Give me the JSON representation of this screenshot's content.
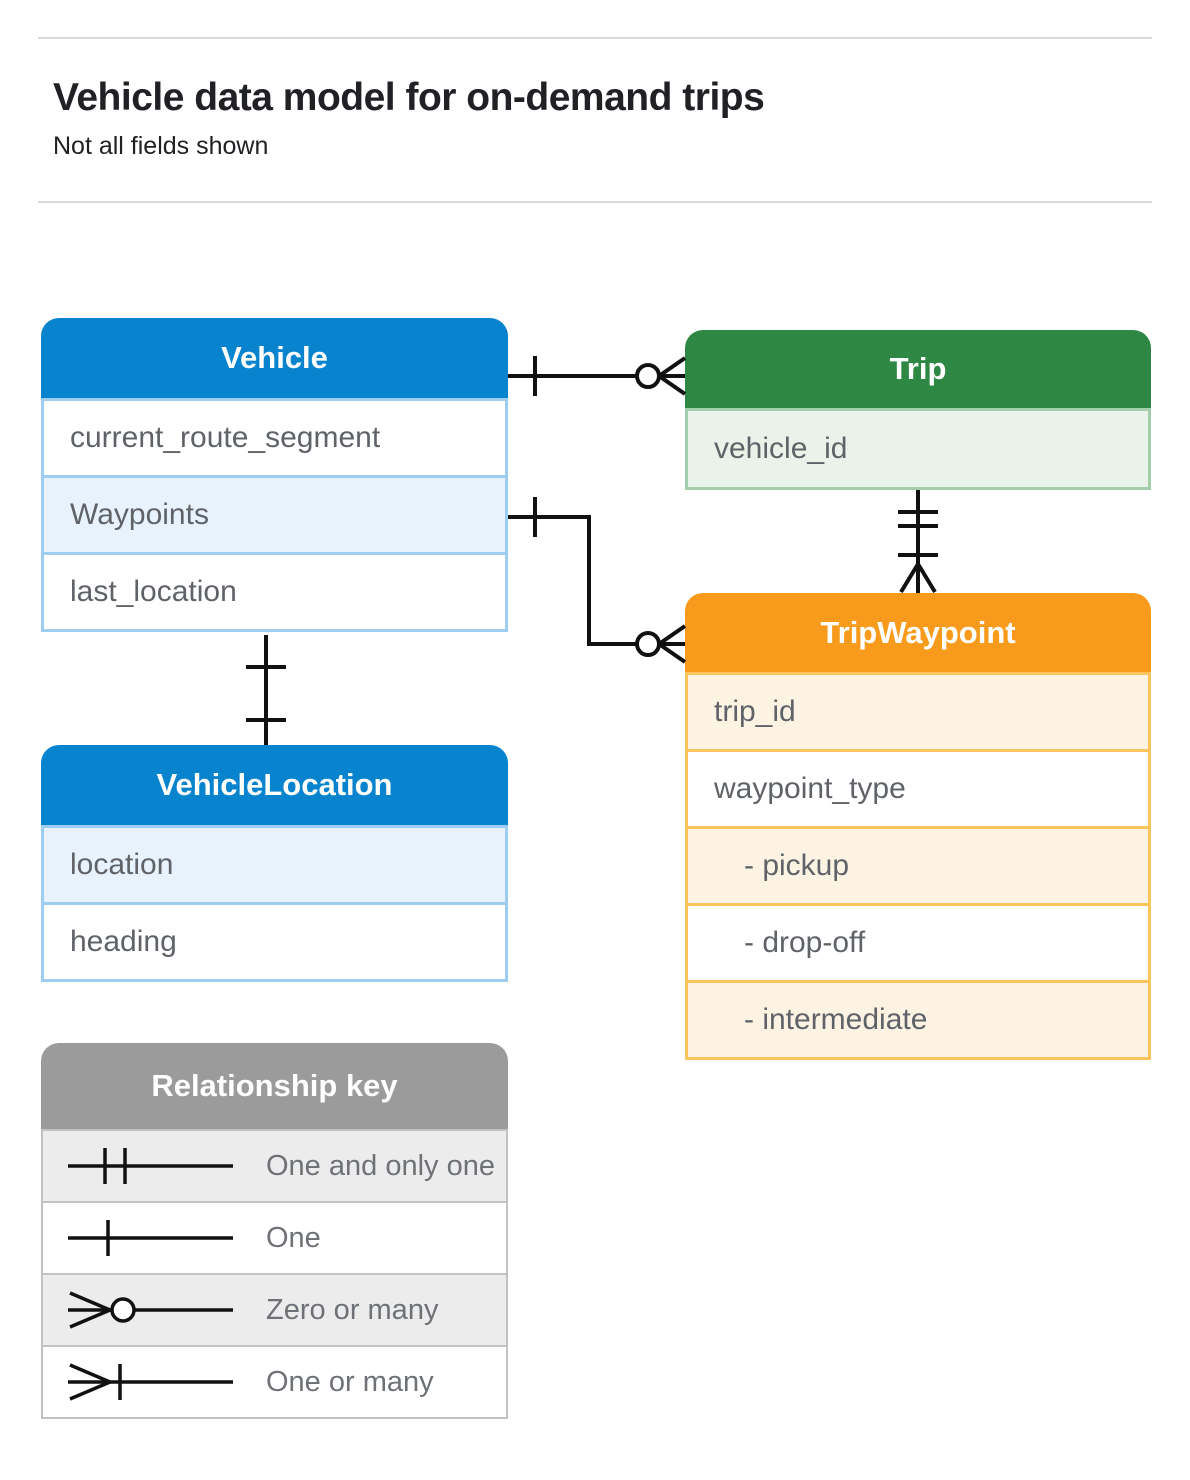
{
  "page": {
    "title": "Vehicle data model for on-demand trips",
    "subtitle": "Not all fields shown"
  },
  "entities": {
    "vehicle": {
      "title": "Vehicle",
      "fields": [
        "current_route_segment",
        "Waypoints",
        "last_location"
      ]
    },
    "trip": {
      "title": "Trip",
      "fields": [
        "vehicle_id"
      ]
    },
    "trip_waypoint": {
      "title": "TripWaypoint",
      "fields": [
        "trip_id",
        "waypoint_type",
        "- pickup",
        "- drop-off",
        "- intermediate"
      ]
    },
    "vehicle_location": {
      "title": "VehicleLocation",
      "fields": [
        "location",
        "heading"
      ]
    }
  },
  "legend": {
    "title": "Relationship key",
    "items": [
      {
        "symbol": "one-and-only-one",
        "label": "One and only one"
      },
      {
        "symbol": "one",
        "label": "One"
      },
      {
        "symbol": "zero-or-many",
        "label": "Zero or many"
      },
      {
        "symbol": "one-or-many",
        "label": "One or many"
      }
    ]
  },
  "relationships": [
    {
      "from": "Vehicle",
      "to": "Trip",
      "from_cardinality": "one",
      "to_cardinality": "zero-or-many"
    },
    {
      "from": "Vehicle.Waypoints",
      "to": "TripWaypoint",
      "from_cardinality": "one",
      "to_cardinality": "zero-or-many"
    },
    {
      "from": "Trip",
      "to": "TripWaypoint",
      "from_cardinality": "one-and-only-one",
      "to_cardinality": "one-or-many"
    },
    {
      "from": "Vehicle",
      "to": "VehicleLocation",
      "from_cardinality": "one",
      "to_cardinality": "one"
    }
  ],
  "colors": {
    "blue_header": "#0784cd",
    "blue_row": "#e8f2fd",
    "blue_border": "#9ecdf2",
    "green_header": "#2e8843",
    "green_row": "#e9f3ea",
    "green_border": "#a3cfac",
    "orange_header": "#f89b1c",
    "orange_row": "#fdf3e3",
    "orange_border": "#fcc55c",
    "legend_header": "#9b9b9b",
    "legend_row": "#ececec",
    "connector": "#111111",
    "field_text": "#5f6368",
    "title_text": "#202124"
  }
}
